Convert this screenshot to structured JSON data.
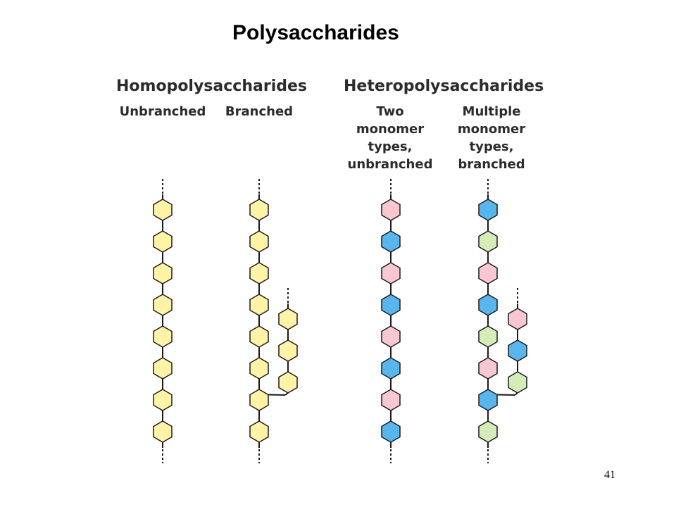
{
  "slide": {
    "title": "Polysaccharides",
    "page_number": "41"
  },
  "headers": {
    "homo": "Homopolysaccharides",
    "hetero": "Heteropolysaccharides",
    "unbranched": "Unbranched",
    "branched": "Branched",
    "two_types": "Two monomer types, unbranched",
    "multiple_types": "Multiple monomer types, branched"
  },
  "colors": {
    "yellow": "#fff3a8",
    "pink": "#f8c7d0",
    "blue": "#58b6ec",
    "green": "#d4ecb8",
    "stroke": "#1a1a1a"
  },
  "chains": [
    {
      "id": "homo-unbranched",
      "main": [
        "yellow",
        "yellow",
        "yellow",
        "yellow",
        "yellow",
        "yellow",
        "yellow",
        "yellow"
      ],
      "branch": []
    },
    {
      "id": "homo-branched",
      "main": [
        "yellow",
        "yellow",
        "yellow",
        "yellow",
        "yellow",
        "yellow",
        "yellow",
        "yellow"
      ],
      "branch": [
        "yellow",
        "yellow",
        "yellow"
      ]
    },
    {
      "id": "hetero-two-types",
      "main": [
        "pink",
        "blue",
        "pink",
        "blue",
        "pink",
        "blue",
        "pink",
        "blue"
      ],
      "branch": []
    },
    {
      "id": "hetero-multiple-types",
      "main": [
        "blue",
        "green",
        "pink",
        "blue",
        "green",
        "pink",
        "blue",
        "green"
      ],
      "branch": [
        "pink",
        "blue",
        "green"
      ]
    }
  ]
}
